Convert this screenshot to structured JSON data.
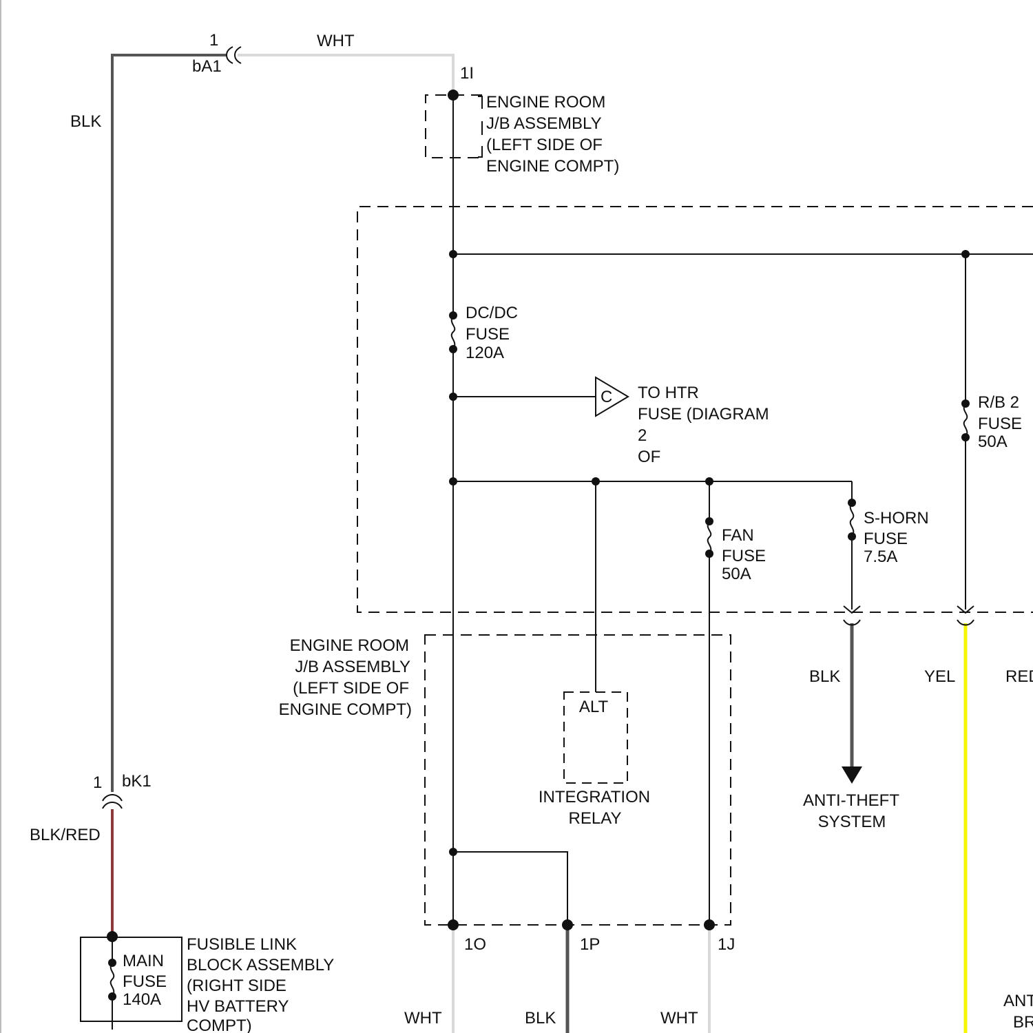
{
  "wires": {
    "blk": "BLK",
    "blk_red": "BLK/RED",
    "wht": "WHT",
    "blk_out_anti_theft": "BLK",
    "yel": "YEL",
    "red_partial": "RED",
    "wht_1o": "WHT",
    "blk_1p": "BLK",
    "wht_1j": "WHT"
  },
  "connectors": {
    "ba1_pin": "1",
    "ba1": "bA1",
    "bk1_pin": "1",
    "bk1": "bK1",
    "pin_1i": "1I",
    "pin_1o": "1O",
    "pin_1p": "1P",
    "pin_1j": "1J"
  },
  "jb_top_label": [
    "ENGINE ROOM",
    "J/B ASSEMBLY",
    "(LEFT SIDE OF",
    "ENGINE COMPT)"
  ],
  "jb_bottom_label": [
    "ENGINE ROOM",
    "J/B ASSEMBLY",
    "(LEFT SIDE OF",
    "ENGINE COMPT)"
  ],
  "fuses": {
    "dcdc": [
      "DC/DC",
      "FUSE",
      "120A"
    ],
    "fan": [
      "FAN",
      "FUSE",
      "50A"
    ],
    "shorn": [
      "S-HORN",
      "FUSE",
      "7.5A"
    ],
    "rb2": [
      "R/B 2",
      "FUSE",
      "50A"
    ],
    "main": [
      "MAIN",
      "FUSE",
      "140A"
    ]
  },
  "offpage": {
    "letter": "C",
    "text": [
      "TO HTR",
      "FUSE (DIAGRAM",
      "2",
      "OF"
    ]
  },
  "integration_relay": {
    "alt": "ALT",
    "label": [
      "INTEGRATION",
      "RELAY"
    ]
  },
  "anti_theft": [
    "ANTI-THEFT",
    "SYSTEM"
  ],
  "anti_theft_partial": [
    "ANT",
    "BR"
  ],
  "fusible_link": [
    "FUSIBLE LINK",
    "BLOCK ASSEMBLY",
    "(RIGHT SIDE",
    "HV BATTERY",
    "COMPT)"
  ],
  "colors": {
    "blk_wire": "#555555",
    "wht_wire": "#d9d9d9",
    "red_wire": "#8b3a3a",
    "yel_wire": "#f5f500",
    "line": "#111111"
  }
}
